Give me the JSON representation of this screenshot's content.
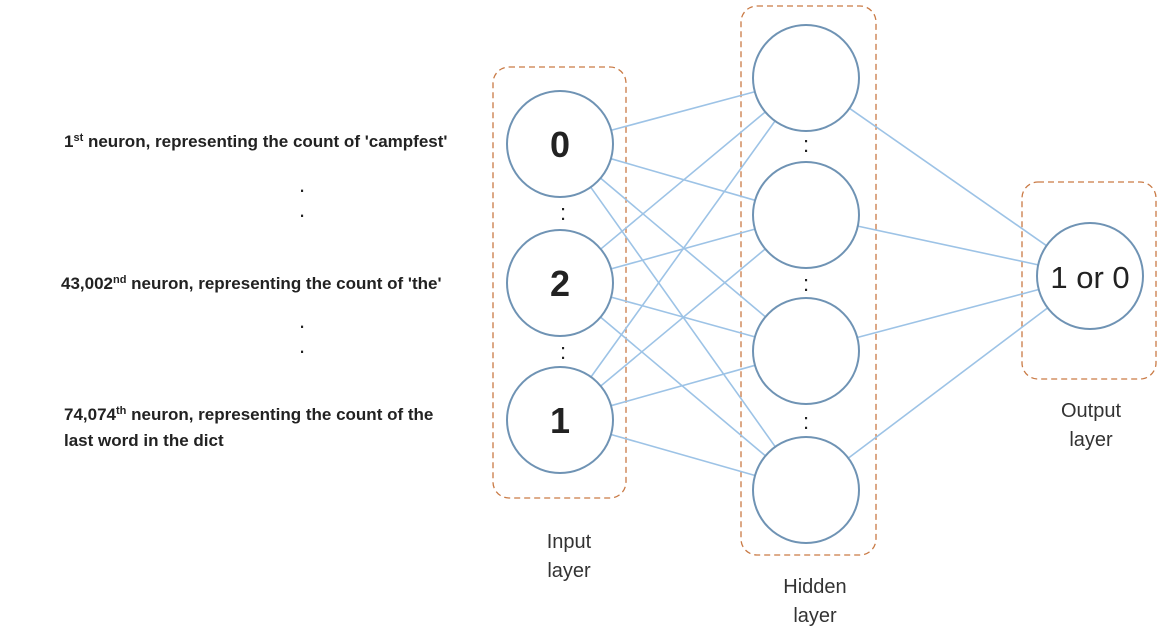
{
  "descriptions": [
    {
      "prefix": "1",
      "sup": "st",
      "text": " neuron, representing the count of 'campfest'"
    },
    {
      "prefix": "43,002",
      "sup": "nd",
      "text": " neuron, representing the count of 'the'"
    },
    {
      "prefix": "74,074",
      "sup": "th",
      "text": " neuron, representing the count of the",
      "line2": "last word in the dict"
    }
  ],
  "left_dots": ".",
  "between_dots": ":",
  "input_nodes": [
    "0",
    "2",
    "1"
  ],
  "output_node": "1 or 0",
  "layers": {
    "input": [
      "Input",
      "layer"
    ],
    "hidden": [
      "Hidden",
      "layer"
    ],
    "output": [
      "Output",
      "layer"
    ]
  },
  "colors": {
    "edge": "#9dc3e6",
    "node_stroke": "#6f93b4",
    "group_border": "#c97a45"
  }
}
